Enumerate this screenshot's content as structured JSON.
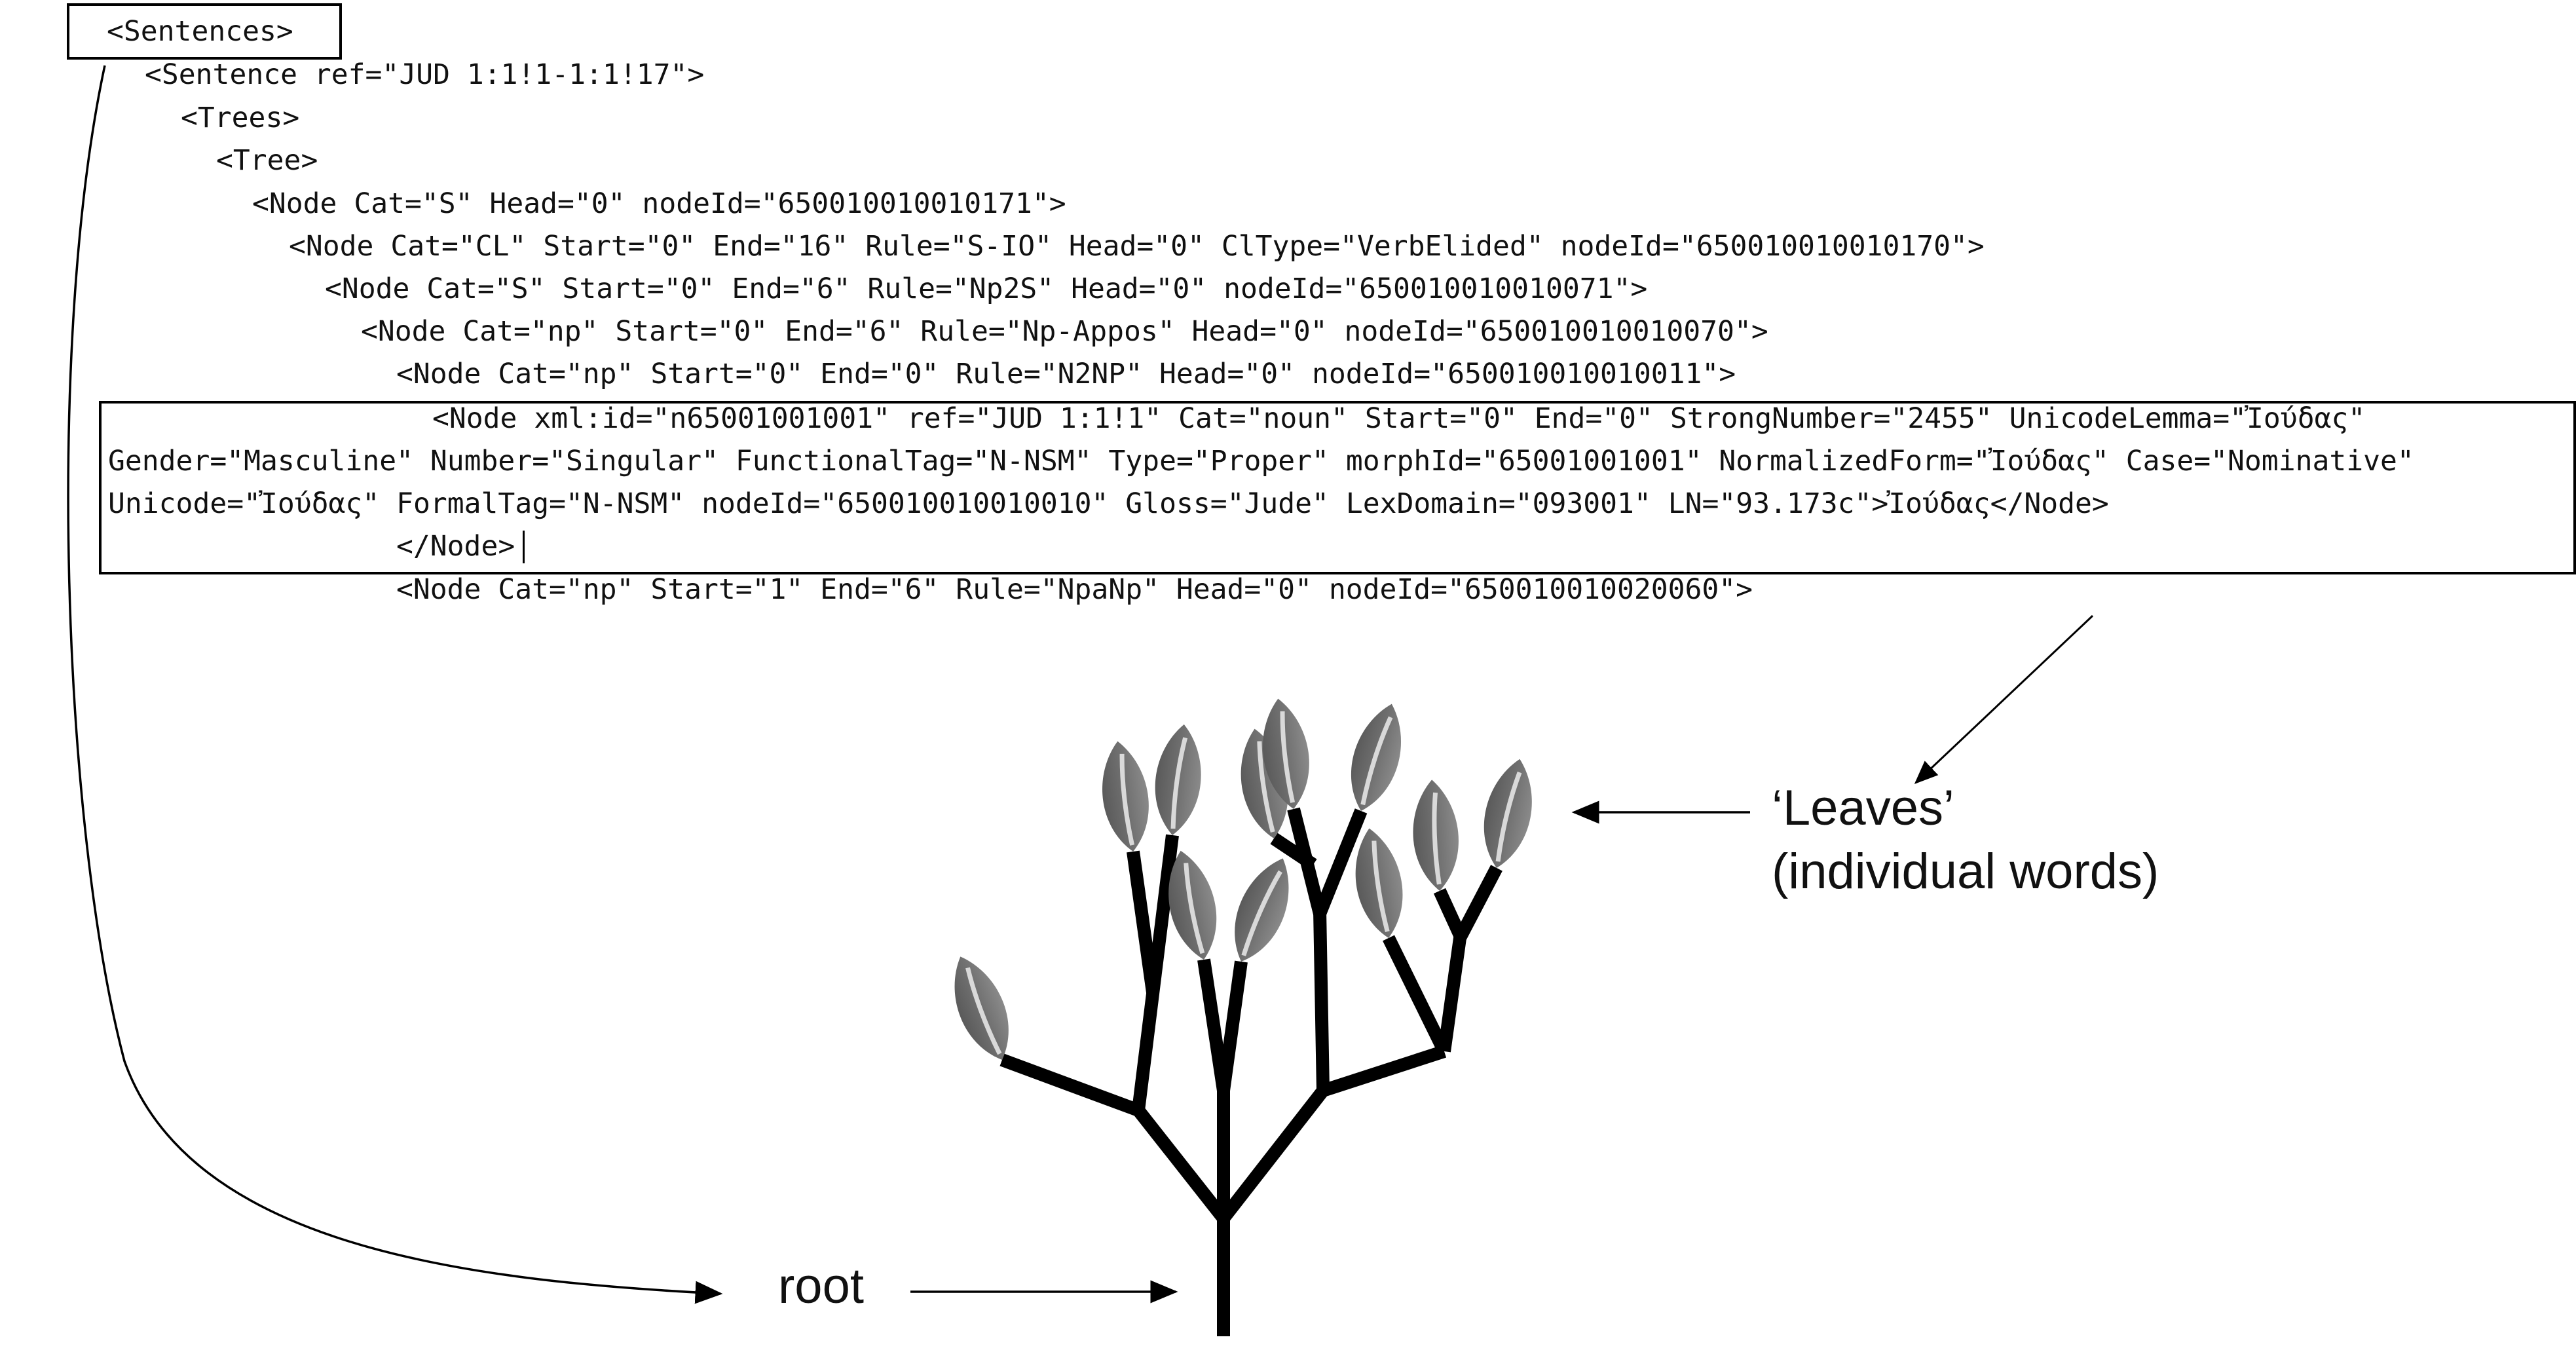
{
  "xml": {
    "sentences_tag": "<Sentences>",
    "lines": [
      "<Sentence ref=\"JUD 1:1!1-1:1!17\">",
      "<Trees>",
      "<Tree>",
      "<Node Cat=\"S\" Head=\"0\" nodeId=\"650010010010171\">",
      "<Node Cat=\"CL\" Start=\"0\" End=\"16\" Rule=\"S-IO\" Head=\"0\" ClType=\"VerbElided\" nodeId=\"650010010010170\">",
      "<Node Cat=\"S\" Start=\"0\" End=\"6\" Rule=\"Np2S\" Head=\"0\" nodeId=\"650010010010071\">",
      "<Node Cat=\"np\" Start=\"0\" End=\"6\" Rule=\"Np-Appos\" Head=\"0\" nodeId=\"650010010010070\">",
      "<Node Cat=\"np\" Start=\"0\" End=\"0\" Rule=\"N2NP\" Head=\"0\" nodeId=\"650010010010011\">"
    ],
    "leaf_lines": [
      "<Node xml:id=\"n65001001001\" ref=\"JUD 1:1!1\" Cat=\"noun\" Start=\"0\" End=\"0\" StrongNumber=\"2455\" UnicodeLemma=\"Ἰούδας\"",
      "Gender=\"Masculine\" Number=\"Singular\" FunctionalTag=\"N-NSM\" Type=\"Proper\" morphId=\"65001001001\" NormalizedForm=\"Ἰούδας\" Case=\"Nominative\"",
      "Unicode=\"Ἰούδας\" FormalTag=\"N-NSM\" nodeId=\"650010010010010\" Gloss=\"Jude\" LexDomain=\"093001\" LN=\"93.173c\">Ἰούδας</Node>",
      "</Node>"
    ],
    "last_line": "<Node Cat=\"np\" Start=\"1\" End=\"6\" Rule=\"NpaNp\" Head=\"0\" nodeId=\"650010010020060\">"
  },
  "labels": {
    "leaves": "‘Leaves’",
    "leaves_sub": "(individual words)",
    "root": "root"
  },
  "colors": {
    "leaf_fill": "#6b6b6b",
    "leaf_vein": "#d9d9d9",
    "branch": "#000000"
  },
  "icons": {
    "tree": "tree-illustration-icon",
    "leaf": "leaf-icon"
  }
}
